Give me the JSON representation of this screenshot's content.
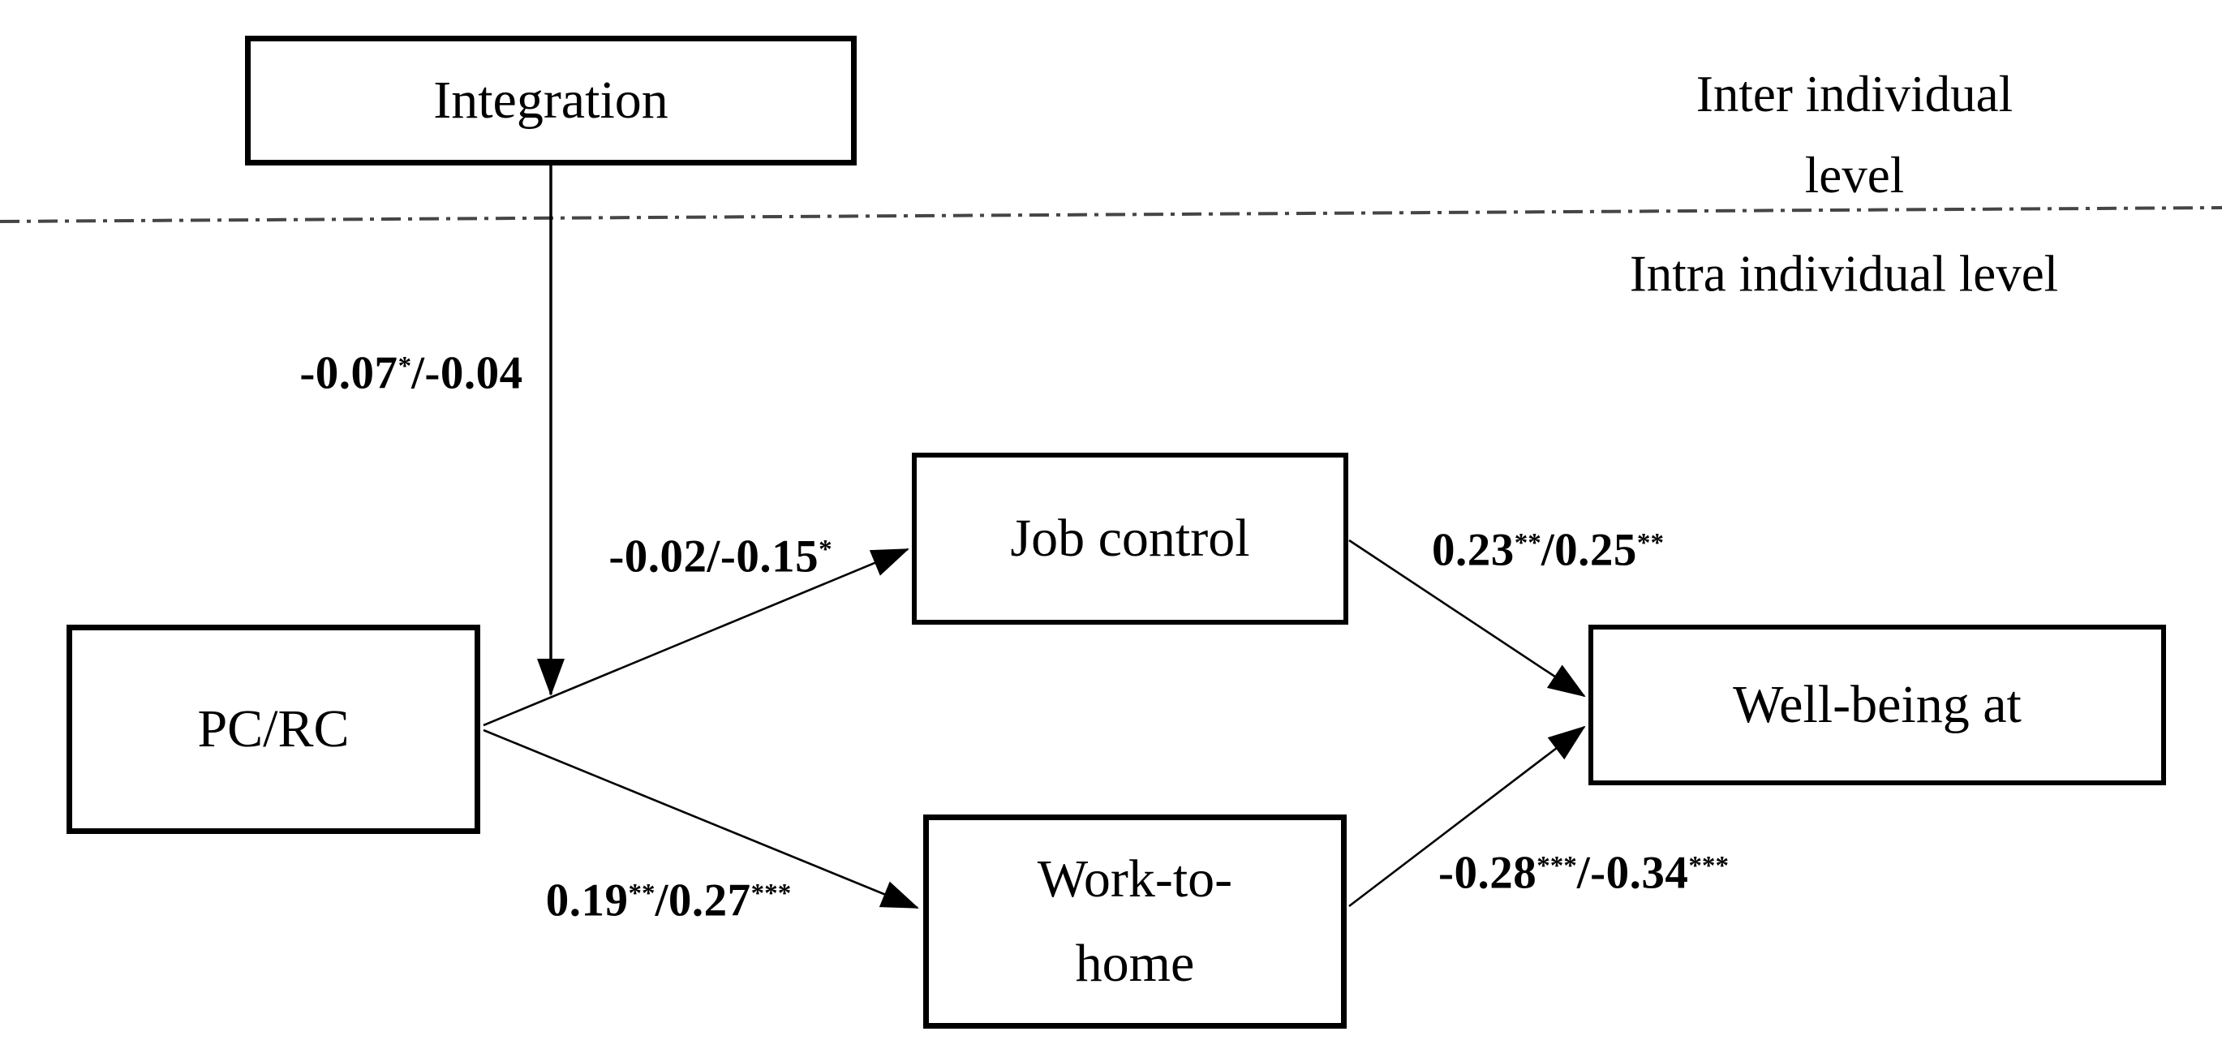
{
  "figure": {
    "levels": {
      "inter_line1": "Inter individual",
      "inter_line2": "level",
      "intra": "Intra individual level"
    },
    "nodes": {
      "integration": {
        "label": "Integration"
      },
      "pcrc": {
        "label": "PC/RC"
      },
      "job_control": {
        "label": "Job control"
      },
      "work_to_home": {
        "line1": "Work-to-",
        "line2": "home"
      },
      "well_being": {
        "label": "Well-being at"
      }
    },
    "edges": {
      "integration_moderation": {
        "from": "Integration",
        "to": "PC/RC to Job control path",
        "coefficient": "-0.07*/-0.04",
        "parts": {
          "b1": "-0.07",
          "s1": "*",
          "b2": "/-0.04",
          "s2": ""
        }
      },
      "pcrc_to_job_control": {
        "from": "PC/RC",
        "to": "Job control",
        "coefficient": "-0.02/-0.15*",
        "parts": {
          "b1": "-0.02/-0.15",
          "s1": "*",
          "b2": "",
          "s2": ""
        }
      },
      "pcrc_to_work_to_home": {
        "from": "PC/RC",
        "to": "Work-to-home",
        "coefficient": "0.19**/0.27***",
        "parts": {
          "b1": "0.19",
          "s1": "**",
          "b2": "/0.27",
          "s2": "***"
        }
      },
      "job_control_to_well_being": {
        "from": "Job control",
        "to": "Well-being at",
        "coefficient": "0.23**/0.25**",
        "parts": {
          "b1": "0.23",
          "s1": "**",
          "b2": "/0.25",
          "s2": "**"
        }
      },
      "work_to_home_to_well_being": {
        "from": "Work-to-home",
        "to": "Well-being at",
        "coefficient": "-0.28***/-0.34***",
        "parts": {
          "b1": "-0.28",
          "s1": "***",
          "b2": "/-0.34",
          "s2": "***"
        }
      }
    },
    "colors": {
      "ink": "#000000",
      "background": "#ffffff",
      "separator": "#454545"
    }
  }
}
